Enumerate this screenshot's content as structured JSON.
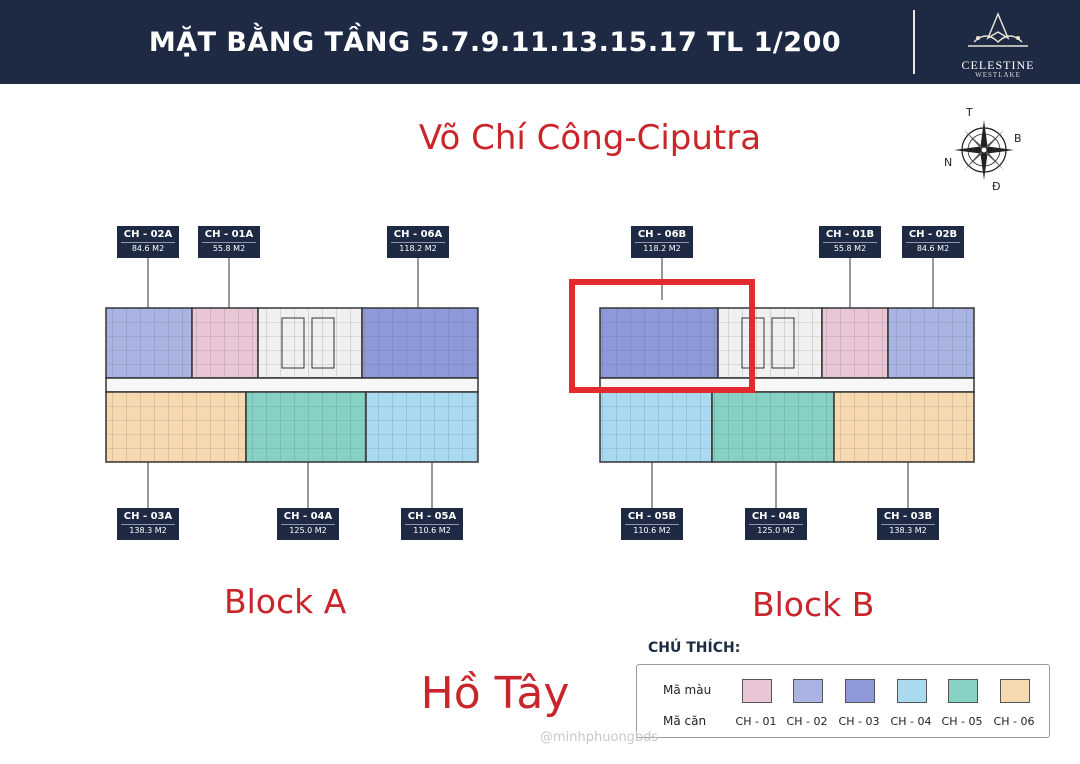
{
  "header": {
    "title": "MẶT BẰNG TẦNG 5.7.9.11.13.15.17 TL 1/200",
    "logo_name": "CELESTINE",
    "logo_sub": "WESTLAKE"
  },
  "road_label": "Võ Chí Công-Ciputra",
  "compass": {
    "n": "T",
    "e": "B",
    "w": "N",
    "s": "Đ"
  },
  "block_a": {
    "label": "Block A",
    "units": [
      {
        "code": "CH - 02A",
        "area": "84.6 M2"
      },
      {
        "code": "CH - 01A",
        "area": "55.8 M2"
      },
      {
        "code": "CH - 06A",
        "area": "118.2 M2"
      },
      {
        "code": "CH - 03A",
        "area": "138.3 M2"
      },
      {
        "code": "CH - 04A",
        "area": "125.0 M2"
      },
      {
        "code": "CH - 05A",
        "area": "110.6 M2"
      }
    ]
  },
  "block_b": {
    "label": "Block B",
    "units": [
      {
        "code": "CH - 06B",
        "area": "118.2 M2"
      },
      {
        "code": "CH - 01B",
        "area": "55.8 M2"
      },
      {
        "code": "CH - 02B",
        "area": "84.6 M2"
      },
      {
        "code": "CH - 05B",
        "area": "110.6 M2"
      },
      {
        "code": "CH - 04B",
        "area": "125.0 M2"
      },
      {
        "code": "CH - 03B",
        "area": "138.3 M2"
      }
    ]
  },
  "lake_label": "Hồ Tây",
  "legend": {
    "title": "CHÚ THÍCH:",
    "color_label": "Mã màu",
    "code_label": "Mã căn",
    "items": [
      {
        "code": "CH - 01",
        "color": "#e9c6d6"
      },
      {
        "code": "CH - 02",
        "color": "#a9b4e2"
      },
      {
        "code": "CH - 03",
        "color": "#8f98d8"
      },
      {
        "code": "CH - 04",
        "color": "#a9daf0"
      },
      {
        "code": "CH - 05",
        "color": "#86d1c4"
      },
      {
        "code": "CH - 06",
        "color": "#f6d9b0"
      }
    ]
  },
  "watermark": "@minhphuongbds"
}
